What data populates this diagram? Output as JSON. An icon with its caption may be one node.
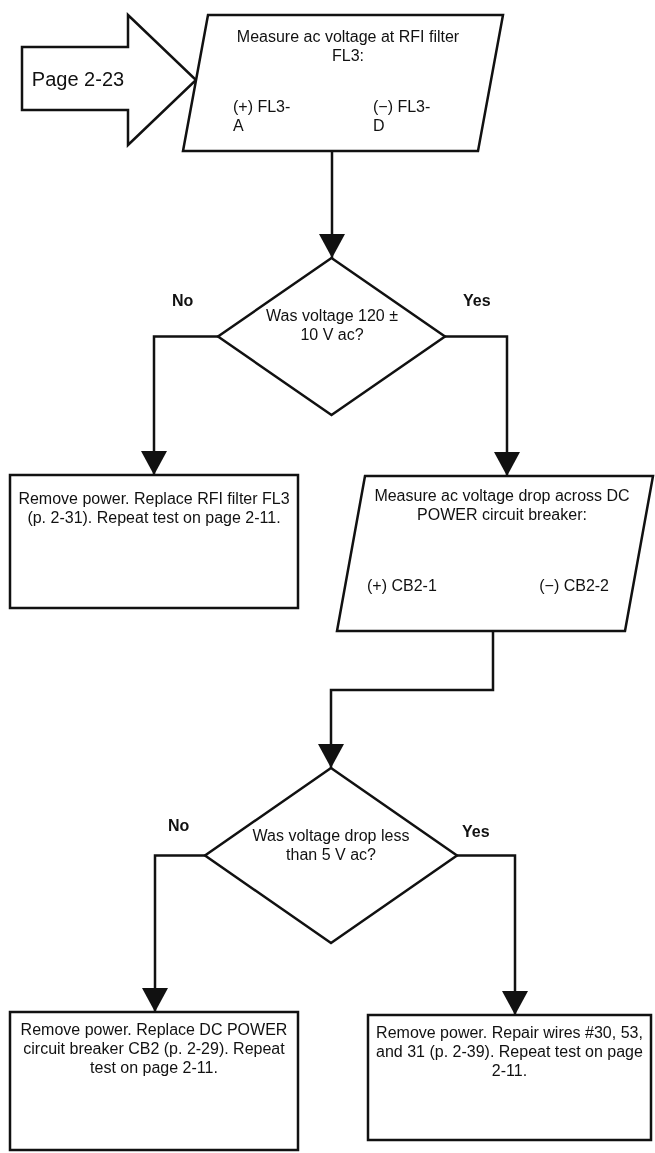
{
  "diagram": {
    "nodes": [
      {
        "text": [
          "Page 2-23"
        ]
      },
      {
        "text": [
          "Measure ac voltage at RFI filter FL3:",
          "(+) FL3-A",
          "(−) FL3-D"
        ]
      },
      {
        "text": [
          "Was voltage 120 ± 10 V ac?"
        ]
      },
      {
        "text": [
          "Remove power. Replace RFI filter FL3 (p. 2-31). Repeat test on page 2-11."
        ]
      },
      {
        "text": [
          "Measure ac voltage drop across DC POWER circuit breaker:",
          "(+) CB2-1",
          "(−) CB2-2"
        ]
      },
      {
        "text": [
          "Was voltage drop less than 5 V ac?"
        ]
      },
      {
        "text": [
          "Remove power. Replace DC POWER circuit breaker CB2 (p. 2-29). Repeat test on page 2-11."
        ]
      },
      {
        "text": [
          "Remove power. Repair wires #30, 53, and 31 (p. 2-39). Repeat test on page 2-11."
        ]
      }
    ],
    "edges": [
      {
        "from": 1,
        "to": 2,
        "arrow": "to"
      },
      {
        "from": 2,
        "to": 3,
        "arrow": "to",
        "label": "No"
      },
      {
        "from": 2,
        "to": 4,
        "arrow": "to",
        "label": "Yes"
      },
      {
        "from": 4,
        "to": 5,
        "arrow": "to"
      },
      {
        "from": 5,
        "to": 6,
        "arrow": "to",
        "label": "No"
      },
      {
        "from": 5,
        "to": 7,
        "arrow": "to",
        "label": "Yes"
      }
    ]
  }
}
